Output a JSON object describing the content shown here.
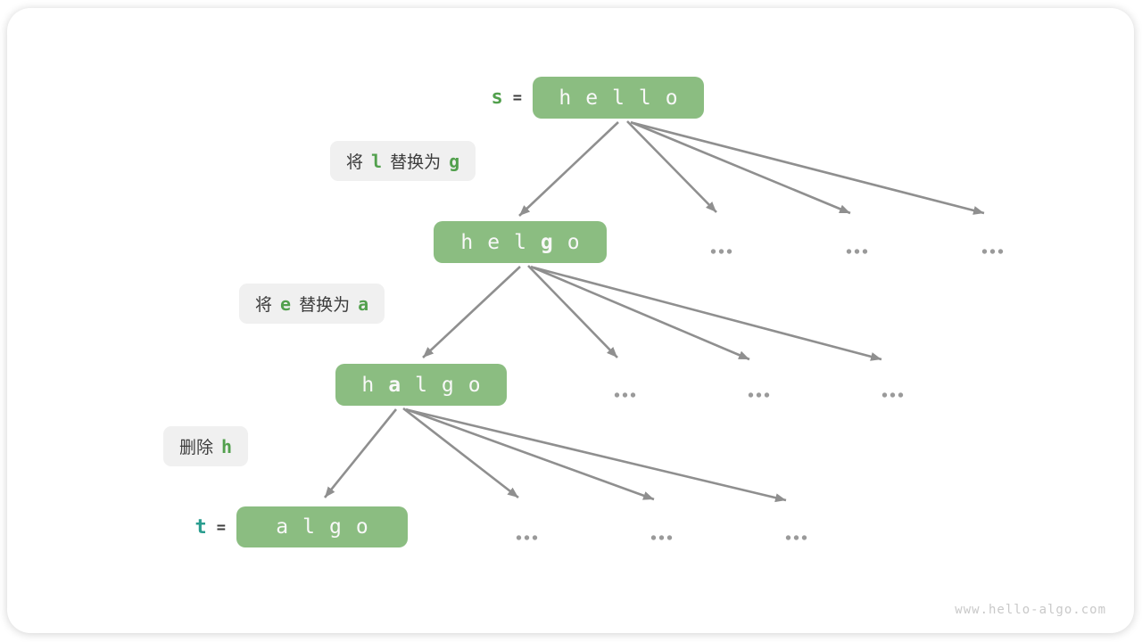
{
  "page": {
    "watermark": "www.hello-algo.com"
  },
  "colors": {
    "node_bg": "#8bbd81",
    "node_text": "#f8f8f8",
    "code_green": "#52a04d",
    "teal": "#2a9d8f",
    "label_bg": "#f0f0f0",
    "text_dark": "#3c3c3c",
    "arrow": "#8f8f8f",
    "dots": "#9a9a9a",
    "watermark": "#c9c9c9"
  },
  "diagram": {
    "description": "Edit distance tree: transforming string s = hello into t = algo",
    "nodes": [
      {
        "name": "hello",
        "prefix": "s",
        "equals": "=",
        "chars": [
          {
            "c": "h"
          },
          {
            "c": "e"
          },
          {
            "c": "l"
          },
          {
            "c": "l"
          },
          {
            "c": "o"
          }
        ]
      },
      {
        "name": "helgo",
        "chars": [
          {
            "c": "h"
          },
          {
            "c": "e"
          },
          {
            "c": "l"
          },
          {
            "c": "g",
            "bold": true
          },
          {
            "c": "o"
          }
        ]
      },
      {
        "name": "halgo",
        "chars": [
          {
            "c": "h"
          },
          {
            "c": "a",
            "bold": true
          },
          {
            "c": "l"
          },
          {
            "c": "g"
          },
          {
            "c": "o"
          }
        ]
      },
      {
        "name": "algo",
        "prefix": "t",
        "equals": "=",
        "chars": [
          {
            "c": "a"
          },
          {
            "c": "l"
          },
          {
            "c": "g"
          },
          {
            "c": "o"
          }
        ]
      }
    ],
    "ops": [
      {
        "segments": [
          {
            "t": "将",
            "style": "plain"
          },
          {
            "t": "l",
            "style": "code"
          },
          {
            "t": "替换为",
            "style": "plain"
          },
          {
            "t": "g",
            "style": "code"
          }
        ]
      },
      {
        "segments": [
          {
            "t": "将",
            "style": "plain"
          },
          {
            "t": "e",
            "style": "code"
          },
          {
            "t": "替换为",
            "style": "plain"
          },
          {
            "t": "a",
            "style": "code"
          }
        ]
      },
      {
        "segments": [
          {
            "t": "删除",
            "style": "plain"
          },
          {
            "t": "h",
            "style": "code"
          }
        ]
      }
    ],
    "ellipsis": "..."
  }
}
